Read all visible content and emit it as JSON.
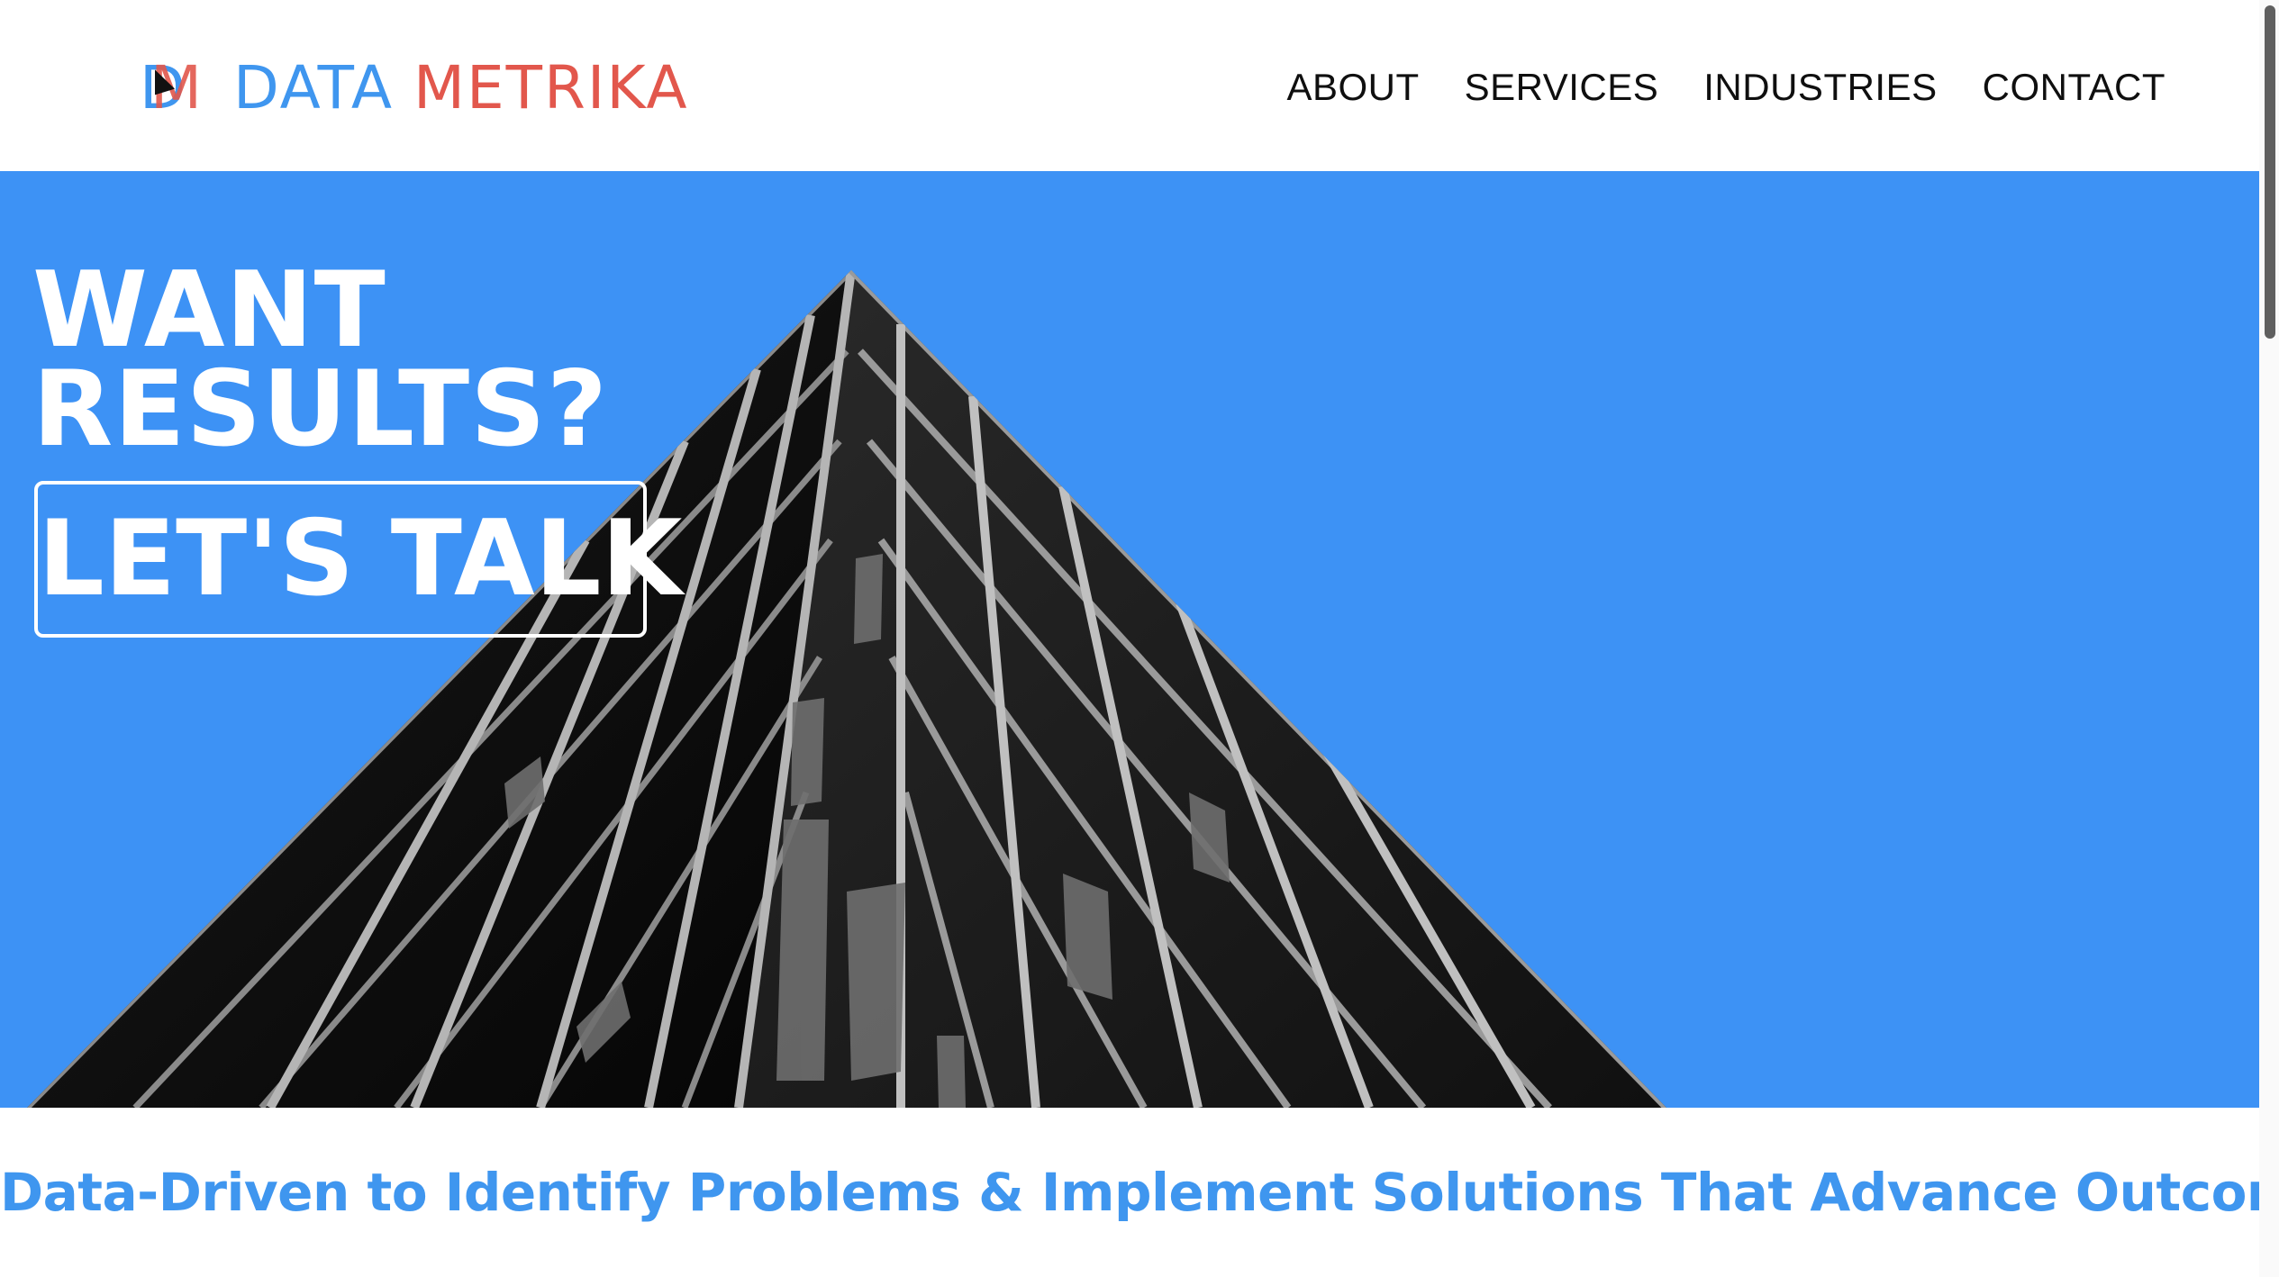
{
  "header": {
    "logo": {
      "mark": "DM",
      "word1": "DATA",
      "word2": "METRIKA"
    },
    "nav": [
      {
        "label": "ABOUT"
      },
      {
        "label": "SERVICES"
      },
      {
        "label": "INDUSTRIES"
      },
      {
        "label": "CONTACT"
      }
    ]
  },
  "hero": {
    "title_line1": "WANT",
    "title_line2": "RESULTS?",
    "cta_label": "LET'S TALK",
    "image": "building-skyscraper-monochrome"
  },
  "tagline": "Data-Driven to Identify Problems & Implement Solutions That Advance Outcomes",
  "colors": {
    "brand_blue": "#3f96ef",
    "brand_red": "#e2574c",
    "hero_bg": "#3d92f5",
    "nav_text": "#0f0f0f"
  }
}
